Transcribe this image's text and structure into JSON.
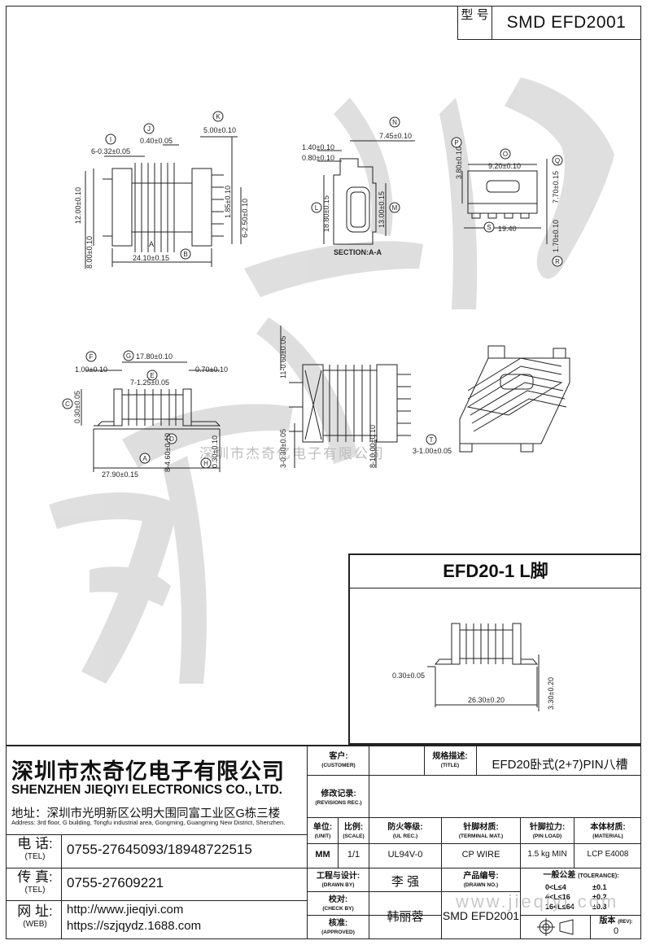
{
  "model_box": {
    "label": "型 号",
    "value": "SMD EFD2001"
  },
  "watermark": "深圳市杰奇亿电子有限公司",
  "dims": {
    "circ": [
      "I",
      "J",
      "K",
      "L",
      "M",
      "N",
      "O",
      "P",
      "Q",
      "R",
      "S",
      "T",
      "A",
      "B",
      "C",
      "D",
      "E",
      "F",
      "G",
      "H"
    ],
    "d_pin_pitch": "6-0.32±0.05",
    "d_j": "0.40±0.05",
    "d_k": "5.00±0.10",
    "d_12": "12.00±0.10",
    "d_185": "1.85±0.10",
    "d_62": "6-2.50±0.10",
    "d_8": "8.00±0.10",
    "d_241": "24.10±0.15",
    "d_a": "A",
    "d_140": "1.40±0.10",
    "d_080": "0.80±0.10",
    "d_745": "7.45±0.10",
    "d_188": "18.80±0.15",
    "d_13": "13.00±0.15",
    "section": "SECTION:A-A",
    "d_92": "9.20±0.10",
    "d_38": "3.80±0.10",
    "d_77": "7.70±0.15",
    "d_194": "19.40",
    "d_17": "1.70±0.10",
    "d_178": "17.80±0.10",
    "d_100": "1.00±0.10",
    "d_070": "0.70±0.10",
    "d_7125": "7-1.25±0.05",
    "d_030": "0.30±0.05",
    "d_846": "8-4.60±0.10",
    "d_279": "27.90±0.15",
    "d_0303": "0.30±0.10",
    "d_1106": "11-0.60±0.05",
    "d_3030": "3-0.30±0.05",
    "d_8100": "8-10.00±0.10",
    "d_3100": "3-1.00±0.05"
  },
  "inset": {
    "title": "EFD20-1 L脚",
    "d_030": "0.30±0.05",
    "d_263": "26.30±0.20",
    "d_330": "3.30±0.20"
  },
  "title_block": {
    "company_cn": "深圳市杰奇亿电子有限公司",
    "company_en": "SHENZHEN JIEQIYI ELECTRONICS CO., LTD.",
    "address_cn": "地址：深圳市光明新区公明大围同富工业区G栋三楼",
    "address_en": "Address: 3rd floor, G building, Tongfu industrial area, Gongming, Guangming New District, Shenzhen.",
    "tel_label": "电 话:",
    "tel_label_en": "(TEL)",
    "tel": "0755-27645093/18948722515",
    "fax_label": "传 真:",
    "fax_label_en": "(TEL)",
    "fax": "0755-27609221",
    "web_label": "网 址:",
    "web_label_en": "(WEB)",
    "web1": "http://www.jieqiyi.com",
    "web2": "https://szjqydz.1688.com",
    "customer_label": "客户:",
    "customer_label_en": "(CUSTOMER)",
    "title_label": "规格描述:",
    "title_label_en": "(TITLE)",
    "title_value": "EFD20卧式(2+7)PIN八槽",
    "rev_label": "修改记录:",
    "rev_label_en": "(REVISIONS REC.)",
    "unit_label": "单位:",
    "unit_label_en": "(UNIT)",
    "unit": "MM",
    "scale_label": "比例:",
    "scale_label_en": "(SCALE)",
    "scale": "1/1",
    "ulrec_label": "防火等级:",
    "ulrec_label_en": "(UL REC.)",
    "ulrec": "UL94V-0",
    "terminal_label": "针脚材质:",
    "terminal_label_en": "(TERMINAL MAT.)",
    "terminal": "CP WIRE",
    "pinload_label": "针脚拉力:",
    "pinload_label_en": "(PIN LOAD)",
    "pinload": "1.5 kg MIN",
    "material_label": "本体材质:",
    "material_label_en": "(MATERIAL)",
    "material": "LCP  E4008",
    "drawn_label": "工程与设计:",
    "drawn_label_en": "(DRAWN BY)",
    "drawn": "李  强",
    "drawing_no_label": "产品编号:",
    "drawing_no_label_en": "(DRAWN NO.)",
    "check_label": "校对:",
    "check_label_en": "(CHECK BY)",
    "approved_label": "核准:",
    "approved_label_en": "(APPROVED)",
    "approved": "韩丽蓉",
    "drawing_no": "SMD EFD2001",
    "tolerance_label": "一般公差",
    "tolerance_label_en": "(TOLERANCE):",
    "tol": [
      {
        "range": "0<L≤4",
        "value": "±0.1"
      },
      {
        "range": "4<L≤16",
        "value": "±0.2"
      },
      {
        "range": "16<L≤64",
        "value": "±0.3"
      }
    ],
    "version_label": "版本",
    "version_label_en": "(REV):",
    "version": "0",
    "website_watermark": "www.jieqiyi.com"
  }
}
